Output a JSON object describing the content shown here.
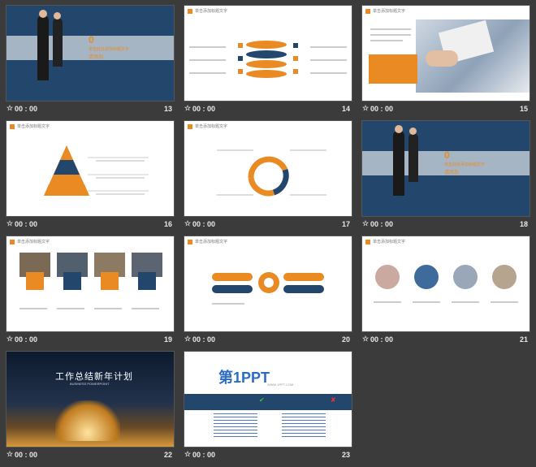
{
  "slides": [
    {
      "num": "13",
      "time": "00 : 00",
      "big": "0",
      "sub1": "单击此处添加标题文字",
      "sub2": "请添加"
    },
    {
      "num": "14",
      "time": "00 : 00"
    },
    {
      "num": "15",
      "time": "00 : 00"
    },
    {
      "num": "16",
      "time": "00 : 00"
    },
    {
      "num": "17",
      "time": "00 : 00"
    },
    {
      "num": "18",
      "time": "00 : 00",
      "big": "0",
      "sub1": "单击此处添加标题文字",
      "sub2": "请添加"
    },
    {
      "num": "19",
      "time": "00 : 00"
    },
    {
      "num": "20",
      "time": "00 : 00"
    },
    {
      "num": "21",
      "time": "00 : 00"
    },
    {
      "num": "22",
      "time": "00 : 00",
      "title": "工作总结新年计划",
      "subtitle": "BUSINESS POWERPOINT"
    },
    {
      "num": "23",
      "time": "00 : 00",
      "brand": "第1PPT",
      "url": "WWW.1PPT.COM"
    }
  ],
  "header_label": "单击添加标题文字",
  "colors": {
    "orange": "#e98a23",
    "navy": "#23476c",
    "bg": "#3b3b3b"
  }
}
